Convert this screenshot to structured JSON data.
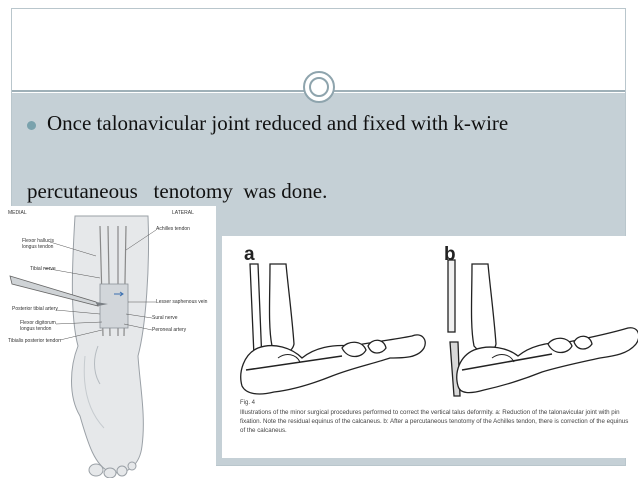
{
  "slide": {
    "bullet_text": "Once talonavicular joint reduced and fixed with k-wire",
    "continuation_text": "percutaneous   tenotomy  was done."
  },
  "left_figure": {
    "header_medial": "MEDIAL",
    "header_lateral": "LATERAL",
    "labels": {
      "achilles": "Achilles tendon",
      "fhl": "Flexor hallucis longus tendon",
      "tibial_nerve": "Tibial nerve",
      "post_tib_artery": "Posterior tibial artery",
      "fdl": "Flexor digitorum longus tendon",
      "tib_post": "Tibialis posterior tendon",
      "lesser_saph": "Lesser saphenous vein",
      "sural": "Sural nerve",
      "peroneal": "Peroneal artery"
    }
  },
  "right_figure": {
    "panel_a": "a",
    "panel_b": "b",
    "fig_label": "Fig. 4",
    "caption": "Illustrations of the minor surgical procedures performed to correct the vertical talus deformity. a: Reduction of the talonavicular joint with pin fixation. Note the residual equinus of the calcaneus. b: After a percutaneous tenotomy of the Achilles tendon, there is correction of the equinus of the calcaneus."
  }
}
